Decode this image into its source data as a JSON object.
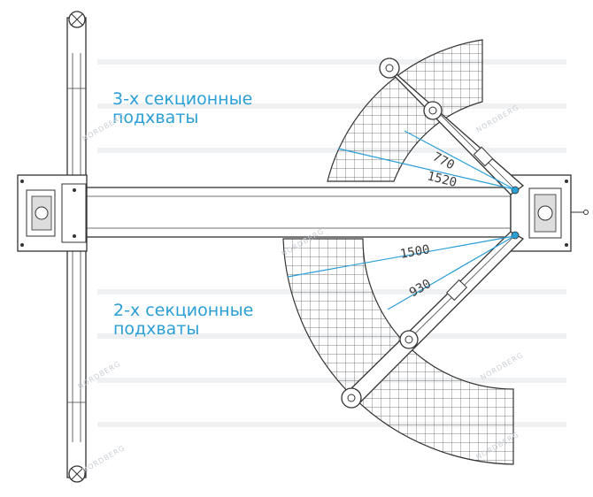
{
  "labels": {
    "three_section_line1": "3-х секционные",
    "three_section_line2": "подхваты",
    "two_section_line1": "2-х секционные",
    "two_section_line2": "подхваты"
  },
  "dimensions": {
    "upper_short": "770",
    "upper_long": "1520",
    "lower_long": "1500",
    "lower_short": "930"
  },
  "watermark": "NORDBERG",
  "colors": {
    "accent": "#2a9fd6",
    "line": "#333333",
    "grid": "#555555"
  }
}
